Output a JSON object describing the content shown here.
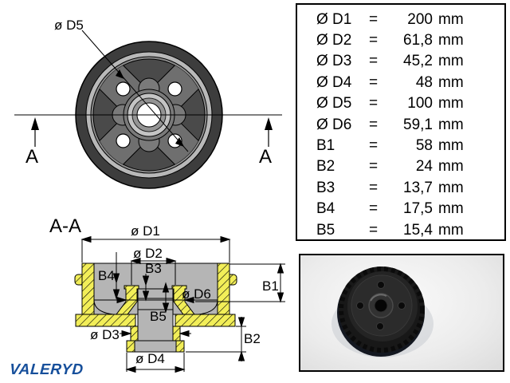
{
  "front_view": {
    "bolt_circle_label": "ø D5",
    "section_marker_left": "A",
    "section_marker_right": "A"
  },
  "section_view": {
    "title": "A-A",
    "dim_labels": {
      "d1": "ø D1",
      "d2": "ø D2",
      "d3": "ø D3",
      "d4": "ø D4",
      "d6": "ø D6",
      "b1": "B1",
      "b2": "B2",
      "b3": "B3",
      "b4": "B4",
      "b5": "B5"
    }
  },
  "dimension_table": {
    "rows": [
      {
        "label": "Ø D1",
        "eq": "=",
        "value": "200",
        "unit": "mm"
      },
      {
        "label": "Ø D2",
        "eq": "=",
        "value": "61,8",
        "unit": "mm"
      },
      {
        "label": "Ø D3",
        "eq": "=",
        "value": "45,2",
        "unit": "mm"
      },
      {
        "label": "Ø D4",
        "eq": "=",
        "value": "48",
        "unit": "mm"
      },
      {
        "label": "Ø D5",
        "eq": "=",
        "value": "100",
        "unit": "mm"
      },
      {
        "label": "Ø D6",
        "eq": "=",
        "value": "59,1",
        "unit": "mm"
      },
      {
        "label": "B1",
        "eq": "=",
        "value": "58",
        "unit": "mm"
      },
      {
        "label": "B2",
        "eq": "=",
        "value": "24",
        "unit": "mm"
      },
      {
        "label": "B3",
        "eq": "=",
        "value": "13,7",
        "unit": "mm"
      },
      {
        "label": "B4",
        "eq": "=",
        "value": "17,5",
        "unit": "mm"
      },
      {
        "label": "B5",
        "eq": "=",
        "value": "15,4",
        "unit": "mm"
      }
    ]
  },
  "logo": {
    "text": "VALERYD",
    "color": "#164f9b"
  },
  "colors": {
    "hatch_yellow": "#f2ee58",
    "steel_light": "#b5b5b5",
    "steel_mid": "#6f6f6f",
    "steel_dark": "#3d3d3d",
    "logo_blue": "#164f9b"
  }
}
